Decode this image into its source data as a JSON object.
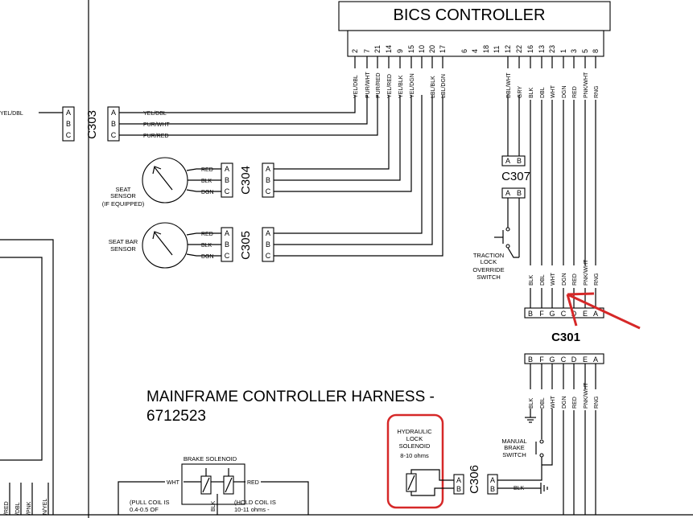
{
  "controller": {
    "title": "BICS CONTROLLER",
    "pins": [
      "2",
      "7",
      "21",
      "14",
      "9",
      "15",
      "10",
      "20",
      "17",
      "6",
      "4",
      "18",
      "11",
      "12",
      "22",
      "16",
      "13",
      "23",
      "1",
      "3",
      "5",
      "8"
    ],
    "wires": [
      "YEL/DBL",
      "PUR/WHT",
      "PUR/RED",
      "YEL/RED",
      "YEL/BLK",
      "YEL/DGN",
      "LBL/BLK",
      "LBL/DGN",
      "DBL/WHT",
      "GRY",
      "BLK",
      "DBL",
      "WHT",
      "DGN",
      "RED",
      "PNK/WHT",
      "RNG"
    ]
  },
  "c303": {
    "name": "C303",
    "pins": [
      "A",
      "B",
      "C"
    ],
    "wires": [
      "YEL/DBL",
      "PUR/WHT",
      "PUR/RED"
    ],
    "left_wire": "YEL/DBL"
  },
  "seat_sensor": {
    "label_lines": [
      "SEAT",
      "SENSOR",
      "(IF EQUIPPED)"
    ],
    "wires": [
      "RED",
      "BLK",
      "DGN"
    ]
  },
  "seat_bar_sensor": {
    "label_lines": [
      "SEAT BAR",
      "SENSOR"
    ],
    "wires": [
      "RED",
      "BLK",
      "DGN"
    ]
  },
  "c304": {
    "name": "C304",
    "pins": [
      "A",
      "B",
      "C"
    ]
  },
  "c305": {
    "name": "C305",
    "pins": [
      "A",
      "B",
      "C"
    ]
  },
  "c307": {
    "name": "C307",
    "pins": [
      "A",
      "B"
    ]
  },
  "traction_switch": {
    "label_lines": [
      "TRACTION",
      "LOCK",
      "OVERRIDE",
      "SWITCH"
    ]
  },
  "c301": {
    "name": "C301",
    "pins": [
      "B",
      "F",
      "G",
      "C",
      "D",
      "E",
      "A"
    ],
    "upper_wires": [
      "BLK",
      "DBL",
      "WHT",
      "DGN",
      "RED",
      "PNK/WHT",
      "RNG"
    ],
    "lower_wires": [
      "BLK",
      "DBL",
      "WHT",
      "DGN",
      "RED",
      "PNK/WHT",
      "RNG"
    ]
  },
  "harness": {
    "title": "MAINFRAME CONTROLLER HARNESS -",
    "part_number": "6712523"
  },
  "hydraulic_solenoid": {
    "label_lines": [
      "HYDRAULIC",
      "LOCK",
      "SOLENOID",
      "8-10  ohms"
    ]
  },
  "c306": {
    "name": "C306",
    "pins": [
      "A",
      "B"
    ]
  },
  "manual_brake_switch": {
    "label_lines": [
      "MANUAL",
      "BRAKE",
      "SWITCH"
    ]
  },
  "ground_wire": {
    "pins": [
      "A",
      "B"
    ],
    "wire": "BLK"
  },
  "brake_solenoid": {
    "label": "BRAKE SOLENOID",
    "wire_left": "WHT",
    "wire_right": "RED",
    "wire_bottom": "BLK",
    "pull_note_lines": [
      "(PULL COIL IS",
      "0.4-0.5 OF"
    ],
    "hold_note_lines": [
      "(HOLD COIL IS",
      "10-11 ohms -"
    ]
  },
  "left_fragments": [
    "/RED",
    "/DBL",
    "/PNK",
    "N/YEL"
  ],
  "colors": {
    "ink": "#000000",
    "highlight": "#d62828",
    "background": "#ffffff"
  }
}
